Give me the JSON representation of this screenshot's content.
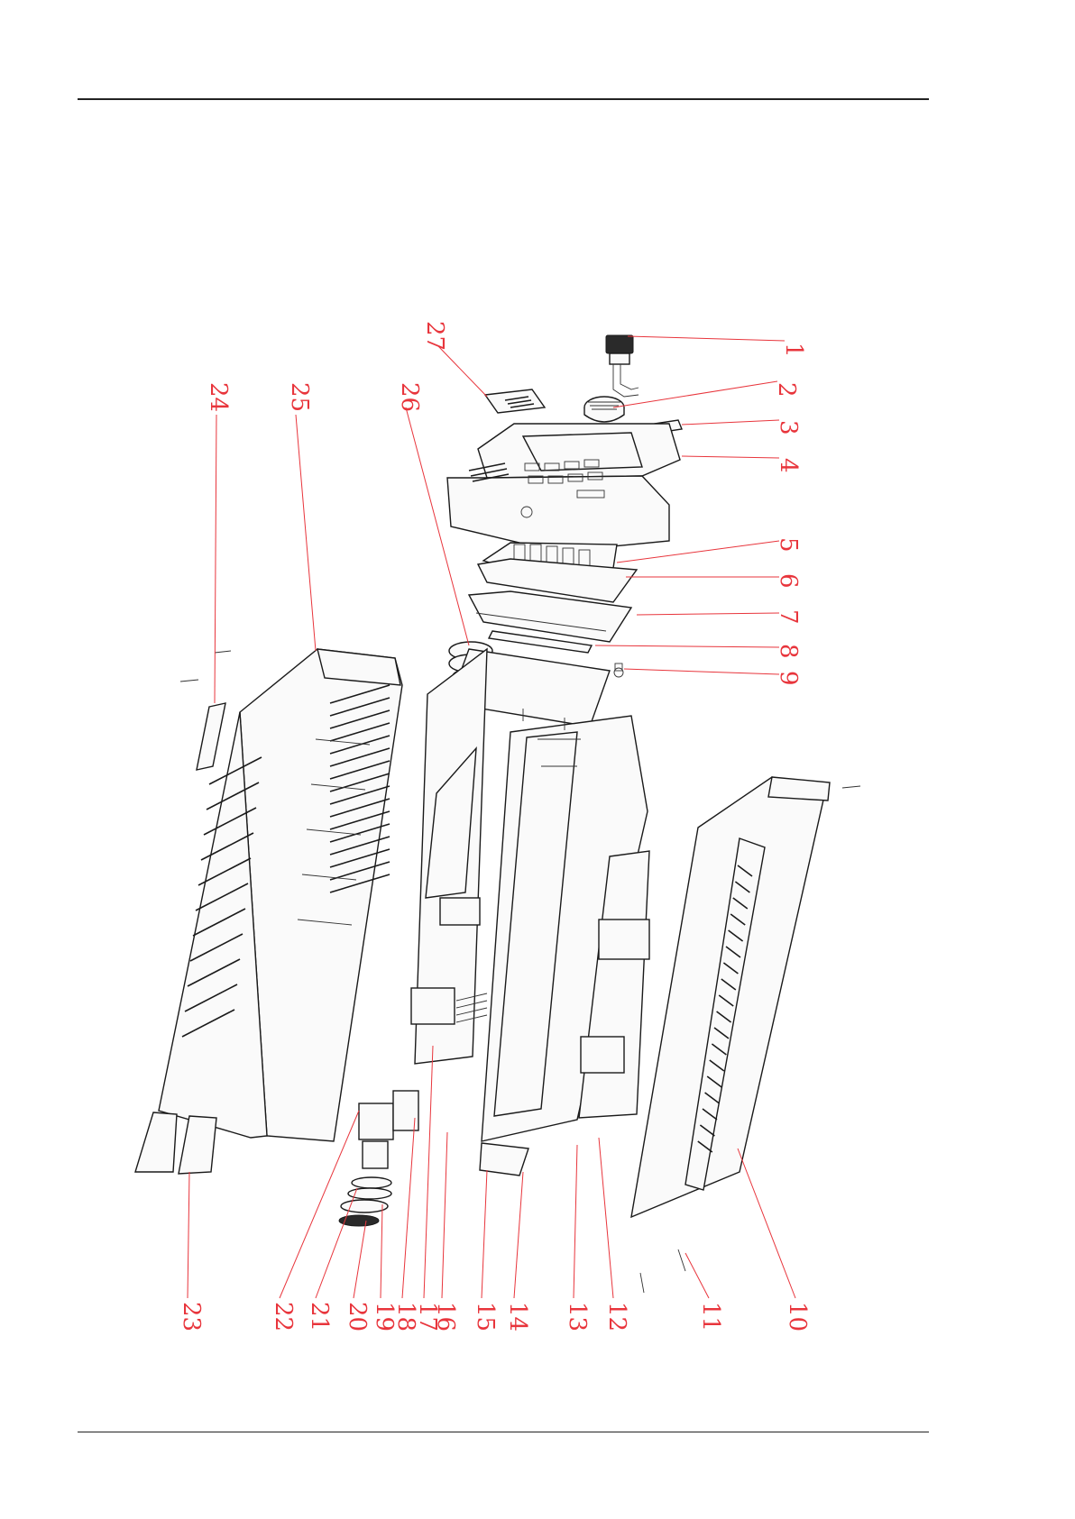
{
  "diagram": {
    "colors": {
      "callout": "#e8353c",
      "linework": "#1a1a1a"
    },
    "callouts": [
      {
        "id": "1",
        "label": "1"
      },
      {
        "id": "2",
        "label": "2"
      },
      {
        "id": "3",
        "label": "3"
      },
      {
        "id": "4",
        "label": "4"
      },
      {
        "id": "5",
        "label": "5"
      },
      {
        "id": "6",
        "label": "6"
      },
      {
        "id": "7",
        "label": "7"
      },
      {
        "id": "8",
        "label": "8"
      },
      {
        "id": "9",
        "label": "9"
      },
      {
        "id": "10",
        "label": "10"
      },
      {
        "id": "11",
        "label": "11"
      },
      {
        "id": "12",
        "label": "12"
      },
      {
        "id": "13",
        "label": "13"
      },
      {
        "id": "14",
        "label": "14"
      },
      {
        "id": "15",
        "label": "15"
      },
      {
        "id": "16",
        "label": "16"
      },
      {
        "id": "17",
        "label": "17"
      },
      {
        "id": "18",
        "label": "18"
      },
      {
        "id": "19",
        "label": "19"
      },
      {
        "id": "20",
        "label": "20"
      },
      {
        "id": "21",
        "label": "21"
      },
      {
        "id": "22",
        "label": "22"
      },
      {
        "id": "23",
        "label": "23"
      },
      {
        "id": "24",
        "label": "24"
      },
      {
        "id": "25",
        "label": "25"
      },
      {
        "id": "26",
        "label": "26"
      },
      {
        "id": "27",
        "label": "27"
      }
    ]
  }
}
